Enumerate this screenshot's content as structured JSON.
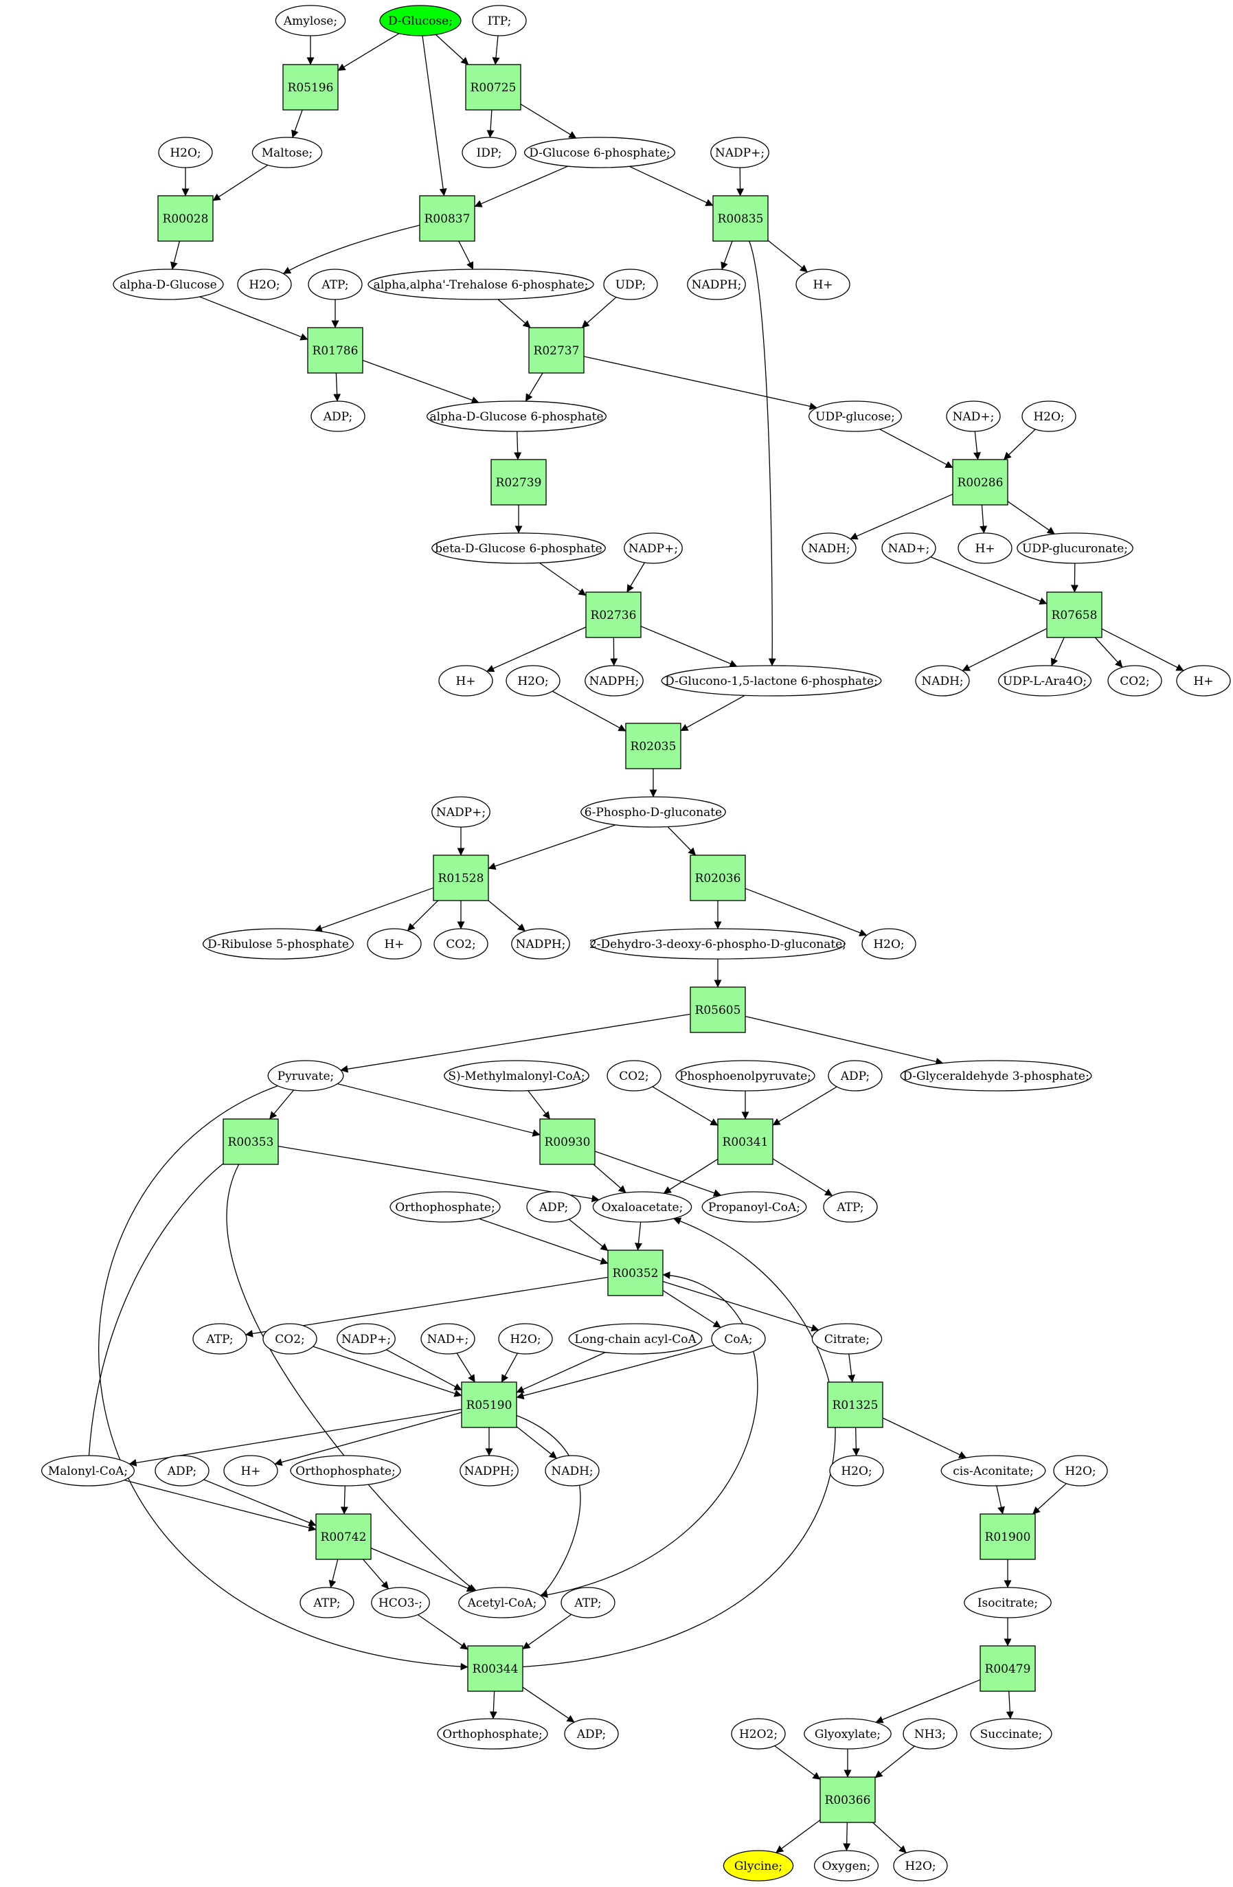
{
  "diagram": {
    "colors": {
      "reaction_fill": "#98fb98",
      "source_fill": "#00ff00",
      "target_fill": "#ffff00",
      "metabolite_fill": "#ffffff"
    },
    "nodes": [
      {
        "id": "amylose",
        "label": "Amylose;",
        "kind": "metabolite"
      },
      {
        "id": "dglucose",
        "label": "D-Glucose;",
        "kind": "source"
      },
      {
        "id": "itp",
        "label": "ITP;",
        "kind": "metabolite"
      },
      {
        "id": "r05196",
        "label": "R05196",
        "kind": "reaction"
      },
      {
        "id": "r00725",
        "label": "R00725",
        "kind": "reaction"
      },
      {
        "id": "h2o_1",
        "label": "H2O;",
        "kind": "metabolite"
      },
      {
        "id": "maltose",
        "label": "Maltose;",
        "kind": "metabolite"
      },
      {
        "id": "idp",
        "label": "IDP;",
        "kind": "metabolite"
      },
      {
        "id": "g6p",
        "label": "D-Glucose 6-phosphate;",
        "kind": "metabolite"
      },
      {
        "id": "nadp_1",
        "label": "NADP+;",
        "kind": "metabolite"
      },
      {
        "id": "r00028",
        "label": "R00028",
        "kind": "reaction"
      },
      {
        "id": "r00837",
        "label": "R00837",
        "kind": "reaction"
      },
      {
        "id": "r00835",
        "label": "R00835",
        "kind": "reaction"
      },
      {
        "id": "adglc",
        "label": "alpha-D-Glucose",
        "kind": "metabolite"
      },
      {
        "id": "h2o_2",
        "label": "H2O;",
        "kind": "metabolite"
      },
      {
        "id": "atp_1",
        "label": "ATP;",
        "kind": "metabolite"
      },
      {
        "id": "t6p",
        "label": "alpha,alpha'-Trehalose 6-phosphate;",
        "kind": "metabolite"
      },
      {
        "id": "udp",
        "label": "UDP;",
        "kind": "metabolite"
      },
      {
        "id": "nadph_1",
        "label": "NADPH;",
        "kind": "metabolite"
      },
      {
        "id": "hplus_1",
        "label": "H+",
        "kind": "metabolite"
      },
      {
        "id": "r01786",
        "label": "R01786",
        "kind": "reaction"
      },
      {
        "id": "r02737",
        "label": "R02737",
        "kind": "reaction"
      },
      {
        "id": "adp_1",
        "label": "ADP;",
        "kind": "metabolite"
      },
      {
        "id": "ag6p",
        "label": "alpha-D-Glucose 6-phosphate",
        "kind": "metabolite"
      },
      {
        "id": "udpglc",
        "label": "UDP-glucose;",
        "kind": "metabolite"
      },
      {
        "id": "nad_1",
        "label": "NAD+;",
        "kind": "metabolite"
      },
      {
        "id": "h2o_3",
        "label": "H2O;",
        "kind": "metabolite"
      },
      {
        "id": "r02739",
        "label": "R02739",
        "kind": "reaction"
      },
      {
        "id": "r00286",
        "label": "R00286",
        "kind": "reaction"
      },
      {
        "id": "bg6p",
        "label": "beta-D-Glucose 6-phosphate",
        "kind": "metabolite"
      },
      {
        "id": "nadp_2",
        "label": "NADP+;",
        "kind": "metabolite"
      },
      {
        "id": "nadh_1",
        "label": "NADH;",
        "kind": "metabolite"
      },
      {
        "id": "hplus_2",
        "label": "H+",
        "kind": "metabolite"
      },
      {
        "id": "nad_2",
        "label": "NAD+;",
        "kind": "metabolite"
      },
      {
        "id": "udpgluc",
        "label": "UDP-glucuronate;",
        "kind": "metabolite"
      },
      {
        "id": "r02736",
        "label": "R02736",
        "kind": "reaction"
      },
      {
        "id": "r07658",
        "label": "R07658",
        "kind": "reaction"
      },
      {
        "id": "hplus_3",
        "label": "H+",
        "kind": "metabolite"
      },
      {
        "id": "h2o_4",
        "label": "H2O;",
        "kind": "metabolite"
      },
      {
        "id": "nadph_2",
        "label": "NADPH;",
        "kind": "metabolite"
      },
      {
        "id": "glcnolac",
        "label": "D-Glucono-1,5-lactone 6-phosphate;",
        "kind": "metabolite"
      },
      {
        "id": "nadh_2",
        "label": "NADH;",
        "kind": "metabolite"
      },
      {
        "id": "udpara",
        "label": "UDP-L-Ara4O;",
        "kind": "metabolite"
      },
      {
        "id": "co2_1",
        "label": "CO2;",
        "kind": "metabolite"
      },
      {
        "id": "hplus_4",
        "label": "H+",
        "kind": "metabolite"
      },
      {
        "id": "r02035",
        "label": "R02035",
        "kind": "reaction"
      },
      {
        "id": "pgluc",
        "label": "6-Phospho-D-gluconate",
        "kind": "metabolite"
      },
      {
        "id": "nadp_3",
        "label": "NADP+;",
        "kind": "metabolite"
      },
      {
        "id": "r01528",
        "label": "R01528",
        "kind": "reaction"
      },
      {
        "id": "r02036",
        "label": "R02036",
        "kind": "reaction"
      },
      {
        "id": "ru5p",
        "label": "D-Ribulose 5-phosphate",
        "kind": "metabolite"
      },
      {
        "id": "hplus_5",
        "label": "H+",
        "kind": "metabolite"
      },
      {
        "id": "co2_2",
        "label": "CO2;",
        "kind": "metabolite"
      },
      {
        "id": "nadph_3",
        "label": "NADPH;",
        "kind": "metabolite"
      },
      {
        "id": "kdpg",
        "label": "2-Dehydro-3-deoxy-6-phospho-D-gluconate;",
        "kind": "metabolite"
      },
      {
        "id": "h2o_5",
        "label": "H2O;",
        "kind": "metabolite"
      },
      {
        "id": "r05605",
        "label": "R05605",
        "kind": "reaction"
      },
      {
        "id": "pyruvate",
        "label": "Pyruvate;",
        "kind": "metabolite"
      },
      {
        "id": "smmcoa",
        "label": "S)-Methylmalonyl-CoA;",
        "kind": "metabolite"
      },
      {
        "id": "co2_3",
        "label": "CO2;",
        "kind": "metabolite"
      },
      {
        "id": "pep",
        "label": "Phosphoenolpyruvate;",
        "kind": "metabolite"
      },
      {
        "id": "adp_2",
        "label": "ADP;",
        "kind": "metabolite"
      },
      {
        "id": "gap",
        "label": "D-Glyceraldehyde 3-phosphate;",
        "kind": "metabolite"
      },
      {
        "id": "r00353",
        "label": "R00353",
        "kind": "reaction"
      },
      {
        "id": "r00930",
        "label": "R00930",
        "kind": "reaction"
      },
      {
        "id": "r00341",
        "label": "R00341",
        "kind": "reaction"
      },
      {
        "id": "oaa",
        "label": "Oxaloacetate;",
        "kind": "metabolite"
      },
      {
        "id": "propcoa",
        "label": "Propanoyl-CoA;",
        "kind": "metabolite"
      },
      {
        "id": "atp_2",
        "label": "ATP;",
        "kind": "metabolite"
      },
      {
        "id": "pi_1",
        "label": "Orthophosphate;",
        "kind": "metabolite"
      },
      {
        "id": "adp_3",
        "label": "ADP;",
        "kind": "metabolite"
      },
      {
        "id": "r00352",
        "label": "R00352",
        "kind": "reaction"
      },
      {
        "id": "atp_3",
        "label": "ATP;",
        "kind": "metabolite"
      },
      {
        "id": "co2_4",
        "label": "CO2;",
        "kind": "metabolite"
      },
      {
        "id": "nadp_4",
        "label": "NADP+;",
        "kind": "metabolite"
      },
      {
        "id": "nad_3",
        "label": "NAD+;",
        "kind": "metabolite"
      },
      {
        "id": "h2o_6",
        "label": "H2O;",
        "kind": "metabolite"
      },
      {
        "id": "lcacoa",
        "label": "Long-chain acyl-CoA",
        "kind": "metabolite"
      },
      {
        "id": "coa",
        "label": "CoA;",
        "kind": "metabolite"
      },
      {
        "id": "citrate",
        "label": "Citrate;",
        "kind": "metabolite"
      },
      {
        "id": "r05190",
        "label": "R05190",
        "kind": "reaction"
      },
      {
        "id": "r01325",
        "label": "R01325",
        "kind": "reaction"
      },
      {
        "id": "malcoa",
        "label": "Malonyl-CoA;",
        "kind": "metabolite"
      },
      {
        "id": "adp_4",
        "label": "ADP;",
        "kind": "metabolite"
      },
      {
        "id": "hplus_6",
        "label": "H+",
        "kind": "metabolite"
      },
      {
        "id": "pi_2",
        "label": "Orthophosphate;",
        "kind": "metabolite"
      },
      {
        "id": "nadph_4",
        "label": "NADPH;",
        "kind": "metabolite"
      },
      {
        "id": "nadh_3",
        "label": "NADH;",
        "kind": "metabolite"
      },
      {
        "id": "h2o_7",
        "label": "H2O;",
        "kind": "metabolite"
      },
      {
        "id": "cisacon",
        "label": "cis-Aconitate;",
        "kind": "metabolite"
      },
      {
        "id": "h2o_8",
        "label": "H2O;",
        "kind": "metabolite"
      },
      {
        "id": "r00742",
        "label": "R00742",
        "kind": "reaction"
      },
      {
        "id": "r01900",
        "label": "R01900",
        "kind": "reaction"
      },
      {
        "id": "atp_4",
        "label": "ATP;",
        "kind": "metabolite"
      },
      {
        "id": "hco3",
        "label": "HCO3-;",
        "kind": "metabolite"
      },
      {
        "id": "accoa",
        "label": "Acetyl-CoA;",
        "kind": "metabolite"
      },
      {
        "id": "atp_5",
        "label": "ATP;",
        "kind": "metabolite"
      },
      {
        "id": "isocit",
        "label": "Isocitrate;",
        "kind": "metabolite"
      },
      {
        "id": "r00344",
        "label": "R00344",
        "kind": "reaction"
      },
      {
        "id": "r00479",
        "label": "R00479",
        "kind": "reaction"
      },
      {
        "id": "pi_3",
        "label": "Orthophosphate;",
        "kind": "metabolite"
      },
      {
        "id": "adp_5",
        "label": "ADP;",
        "kind": "metabolite"
      },
      {
        "id": "h2o2",
        "label": "H2O2;",
        "kind": "metabolite"
      },
      {
        "id": "glyox",
        "label": "Glyoxylate;",
        "kind": "metabolite"
      },
      {
        "id": "nh3",
        "label": "NH3;",
        "kind": "metabolite"
      },
      {
        "id": "succ",
        "label": "Succinate;",
        "kind": "metabolite"
      },
      {
        "id": "r00366",
        "label": "R00366",
        "kind": "reaction"
      },
      {
        "id": "glycine",
        "label": "Glycine;",
        "kind": "target"
      },
      {
        "id": "oxygen",
        "label": "Oxygen;",
        "kind": "metabolite"
      },
      {
        "id": "h2o_9",
        "label": "H2O;",
        "kind": "metabolite"
      }
    ],
    "edges": [
      [
        "amylose",
        "r05196"
      ],
      [
        "dglucose",
        "r05196"
      ],
      [
        "dglucose",
        "r00725"
      ],
      [
        "dglucose",
        "r00837"
      ],
      [
        "itp",
        "r00725"
      ],
      [
        "r05196",
        "maltose"
      ],
      [
        "r00725",
        "idp"
      ],
      [
        "r00725",
        "g6p"
      ],
      [
        "h2o_1",
        "r00028"
      ],
      [
        "maltose",
        "r00028"
      ],
      [
        "r00028",
        "adglc"
      ],
      [
        "g6p",
        "r00837"
      ],
      [
        "g6p",
        "r00835"
      ],
      [
        "nadp_1",
        "r00835"
      ],
      [
        "r00837",
        "h2o_2"
      ],
      [
        "r00837",
        "t6p"
      ],
      [
        "r00835",
        "nadph_1"
      ],
      [
        "r00835",
        "hplus_1"
      ],
      [
        "r00835",
        "glcnolac"
      ],
      [
        "adglc",
        "r01786"
      ],
      [
        "atp_1",
        "r01786"
      ],
      [
        "r01786",
        "adp_1"
      ],
      [
        "r01786",
        "ag6p"
      ],
      [
        "t6p",
        "r02737"
      ],
      [
        "udp",
        "r02737"
      ],
      [
        "r02737",
        "ag6p"
      ],
      [
        "r02737",
        "udpglc"
      ],
      [
        "ag6p",
        "r02739"
      ],
      [
        "r02739",
        "bg6p"
      ],
      [
        "udpglc",
        "r00286"
      ],
      [
        "nad_1",
        "r00286"
      ],
      [
        "h2o_3",
        "r00286"
      ],
      [
        "r00286",
        "nadh_1"
      ],
      [
        "r00286",
        "hplus_2"
      ],
      [
        "r00286",
        "udpgluc"
      ],
      [
        "bg6p",
        "r02736"
      ],
      [
        "nadp_2",
        "r02736"
      ],
      [
        "r02736",
        "hplus_3"
      ],
      [
        "r02736",
        "nadph_2"
      ],
      [
        "r02736",
        "glcnolac"
      ],
      [
        "nad_2",
        "r07658"
      ],
      [
        "udpgluc",
        "r07658"
      ],
      [
        "r07658",
        "nadh_2"
      ],
      [
        "r07658",
        "udpara"
      ],
      [
        "r07658",
        "co2_1"
      ],
      [
        "r07658",
        "hplus_4"
      ],
      [
        "h2o_4",
        "r02035"
      ],
      [
        "glcnolac",
        "r02035"
      ],
      [
        "r02035",
        "pgluc"
      ],
      [
        "pgluc",
        "r01528"
      ],
      [
        "pgluc",
        "r02036"
      ],
      [
        "nadp_3",
        "r01528"
      ],
      [
        "r01528",
        "ru5p"
      ],
      [
        "r01528",
        "hplus_5"
      ],
      [
        "r01528",
        "co2_2"
      ],
      [
        "r01528",
        "nadph_3"
      ],
      [
        "r02036",
        "kdpg"
      ],
      [
        "r02036",
        "h2o_5"
      ],
      [
        "kdpg",
        "r05605"
      ],
      [
        "r05605",
        "pyruvate"
      ],
      [
        "r05605",
        "gap"
      ],
      [
        "pyruvate",
        "r00353"
      ],
      [
        "pyruvate",
        "r00930"
      ],
      [
        "pyruvate",
        "r00344"
      ],
      [
        "smmcoa",
        "r00930"
      ],
      [
        "co2_3",
        "r00341"
      ],
      [
        "pep",
        "r00341"
      ],
      [
        "adp_2",
        "r00341"
      ],
      [
        "r00353",
        "oaa"
      ],
      [
        "r00353",
        "accoa"
      ],
      [
        "r00930",
        "oaa"
      ],
      [
        "r00930",
        "propcoa"
      ],
      [
        "r00341",
        "oaa"
      ],
      [
        "r00341",
        "atp_2"
      ],
      [
        "pi_1",
        "r00352"
      ],
      [
        "adp_3",
        "r00352"
      ],
      [
        "oaa",
        "r00352"
      ],
      [
        "accoa",
        "r00352"
      ],
      [
        "r00352",
        "atp_3"
      ],
      [
        "r00352",
        "coa"
      ],
      [
        "r00352",
        "citrate"
      ],
      [
        "co2_4",
        "r05190"
      ],
      [
        "nadp_4",
        "r05190"
      ],
      [
        "nad_3",
        "r05190"
      ],
      [
        "h2o_6",
        "r05190"
      ],
      [
        "lcacoa",
        "r05190"
      ],
      [
        "coa",
        "r05190"
      ],
      [
        "r05190",
        "malcoa"
      ],
      [
        "r05190",
        "hplus_6"
      ],
      [
        "r05190",
        "nadph_4"
      ],
      [
        "r05190",
        "nadh_3"
      ],
      [
        "r05190",
        "accoa"
      ],
      [
        "citrate",
        "r01325"
      ],
      [
        "r01325",
        "h2o_7"
      ],
      [
        "r01325",
        "cisacon"
      ],
      [
        "cisacon",
        "r01900"
      ],
      [
        "h2o_8",
        "r01900"
      ],
      [
        "r01900",
        "isocit"
      ],
      [
        "malcoa",
        "r00353"
      ],
      [
        "malcoa",
        "r00742"
      ],
      [
        "adp_4",
        "r00742"
      ],
      [
        "pi_2",
        "r00742"
      ],
      [
        "r00742",
        "atp_4"
      ],
      [
        "r00742",
        "hco3"
      ],
      [
        "r00742",
        "accoa"
      ],
      [
        "hco3",
        "r00344"
      ],
      [
        "atp_5",
        "r00344"
      ],
      [
        "r00344",
        "pi_3"
      ],
      [
        "r00344",
        "adp_5"
      ],
      [
        "r00344",
        "oaa"
      ],
      [
        "isocit",
        "r00479"
      ],
      [
        "r00479",
        "glyox"
      ],
      [
        "r00479",
        "succ"
      ],
      [
        "h2o2",
        "r00366"
      ],
      [
        "glyox",
        "r00366"
      ],
      [
        "nh3",
        "r00366"
      ],
      [
        "r00366",
        "glycine"
      ],
      [
        "r00366",
        "oxygen"
      ],
      [
        "r00366",
        "h2o_9"
      ]
    ]
  }
}
